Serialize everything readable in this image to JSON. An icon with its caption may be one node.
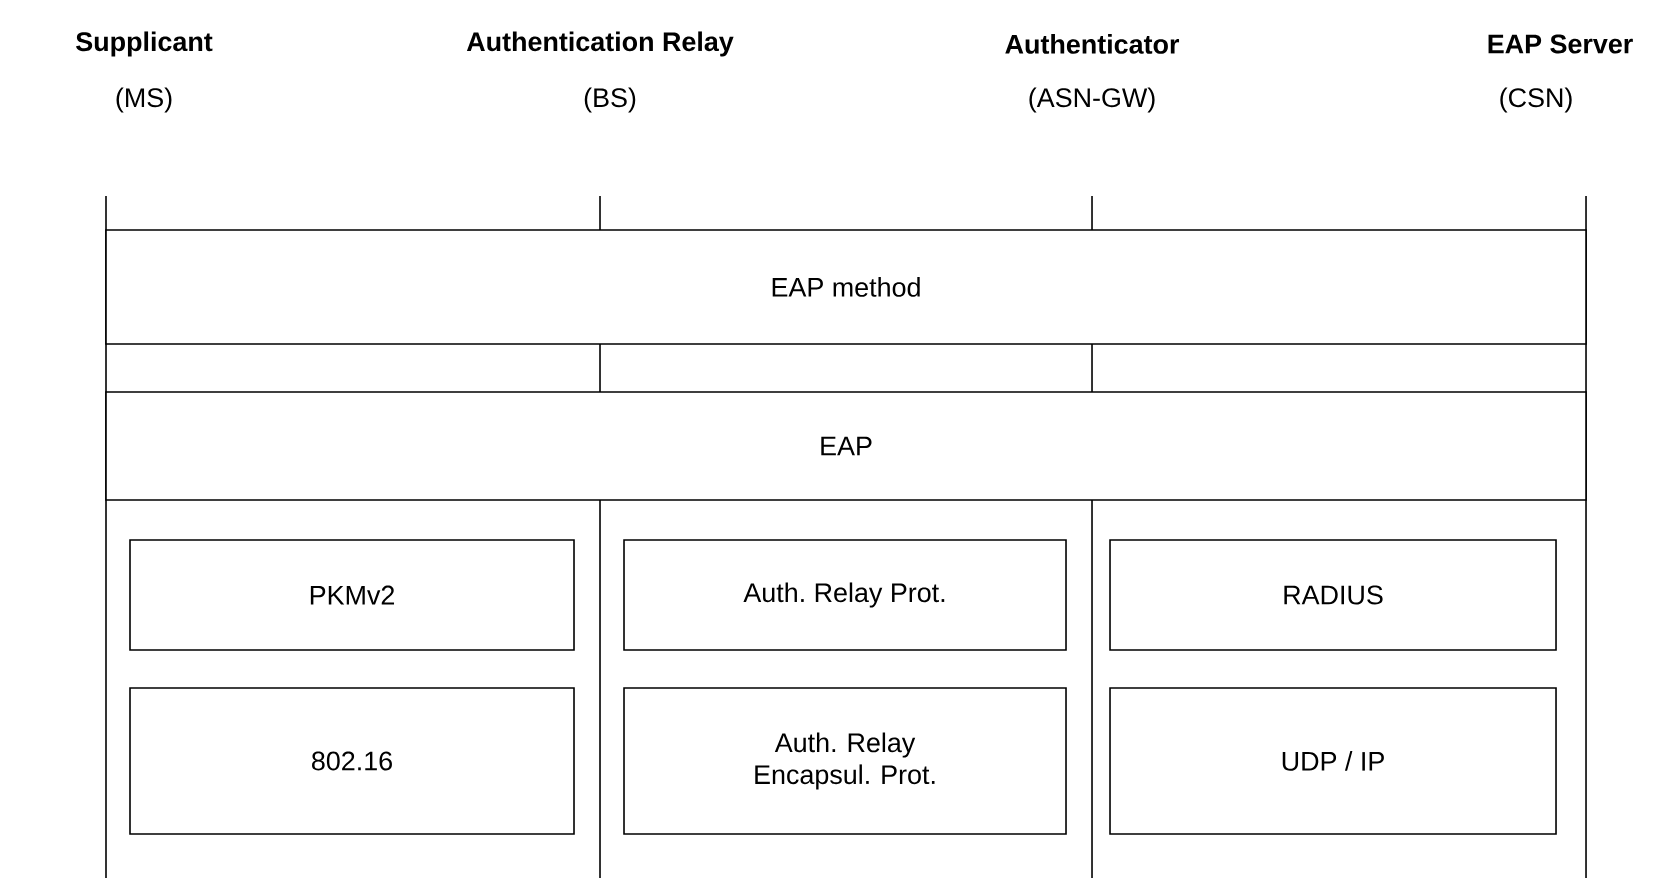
{
  "diagram": {
    "nodes": [
      {
        "text": [
          "EAP method"
        ]
      },
      {
        "text": [
          "EAP"
        ]
      },
      {
        "text": [
          "PKMv2"
        ]
      },
      {
        "text": [
          "Auth. Relay Prot."
        ]
      },
      {
        "text": [
          "RADIUS"
        ]
      },
      {
        "text": [
          "802.16"
        ]
      },
      {
        "text": [
          "Auth. Relay Encapsul. Prot."
        ]
      },
      {
        "text": [
          "UDP / IP"
        ]
      }
    ],
    "labels": [
      "Supplicant",
      "Authentication Relay",
      "Authenticator",
      "EAP Server",
      "(MS)",
      "(BS)",
      "(ASN-GW)",
      "(CSN)"
    ]
  }
}
